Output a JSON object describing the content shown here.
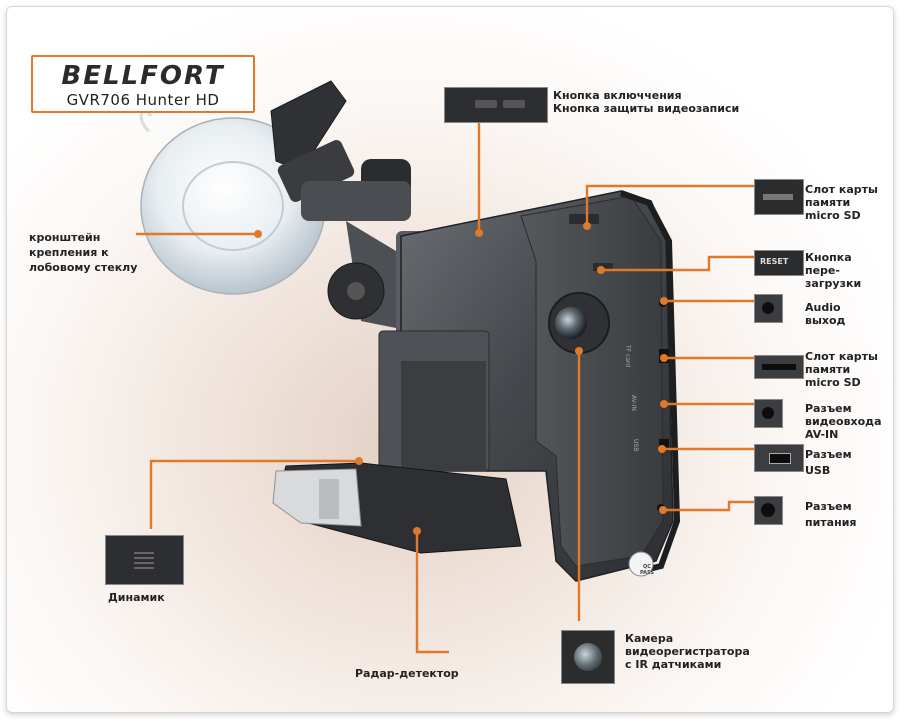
{
  "brand": {
    "name": "BELLFORT",
    "model": "GVR706 Hunter HD"
  },
  "labels": {
    "power": "Кнопка включчения\nКнопка защиты видеозаписи",
    "bracket": "кронштейн\nкрепления к\nлобовому стеклу",
    "sd_slot_1": "Слот карты\nпамяти\nmicro SD",
    "reset": "Кнопка\nпере-\nзагрузки",
    "audio": "Audio\nвыход",
    "sd_slot_2": "Слот карты\nпамяти\nmicro SD",
    "av_in": "Разъем\nвидеовхода\nAV-IN",
    "usb": "Разъем\nUSB",
    "power_jack": "Разъем\nпитания",
    "speaker": "Динамик",
    "radar": "Радар-детектор",
    "camera": "Камера\nвидеорегистратора\nс IR датчиками"
  },
  "device_markings": {
    "reset_text": "RESET",
    "side_tf": "TF card",
    "side_av": "AV-IN",
    "side_usb": "USB",
    "badge": "QC PASS"
  },
  "colors": {
    "accent": "#e07a2a",
    "device": "#3f4144",
    "device_dark": "#26282b"
  }
}
